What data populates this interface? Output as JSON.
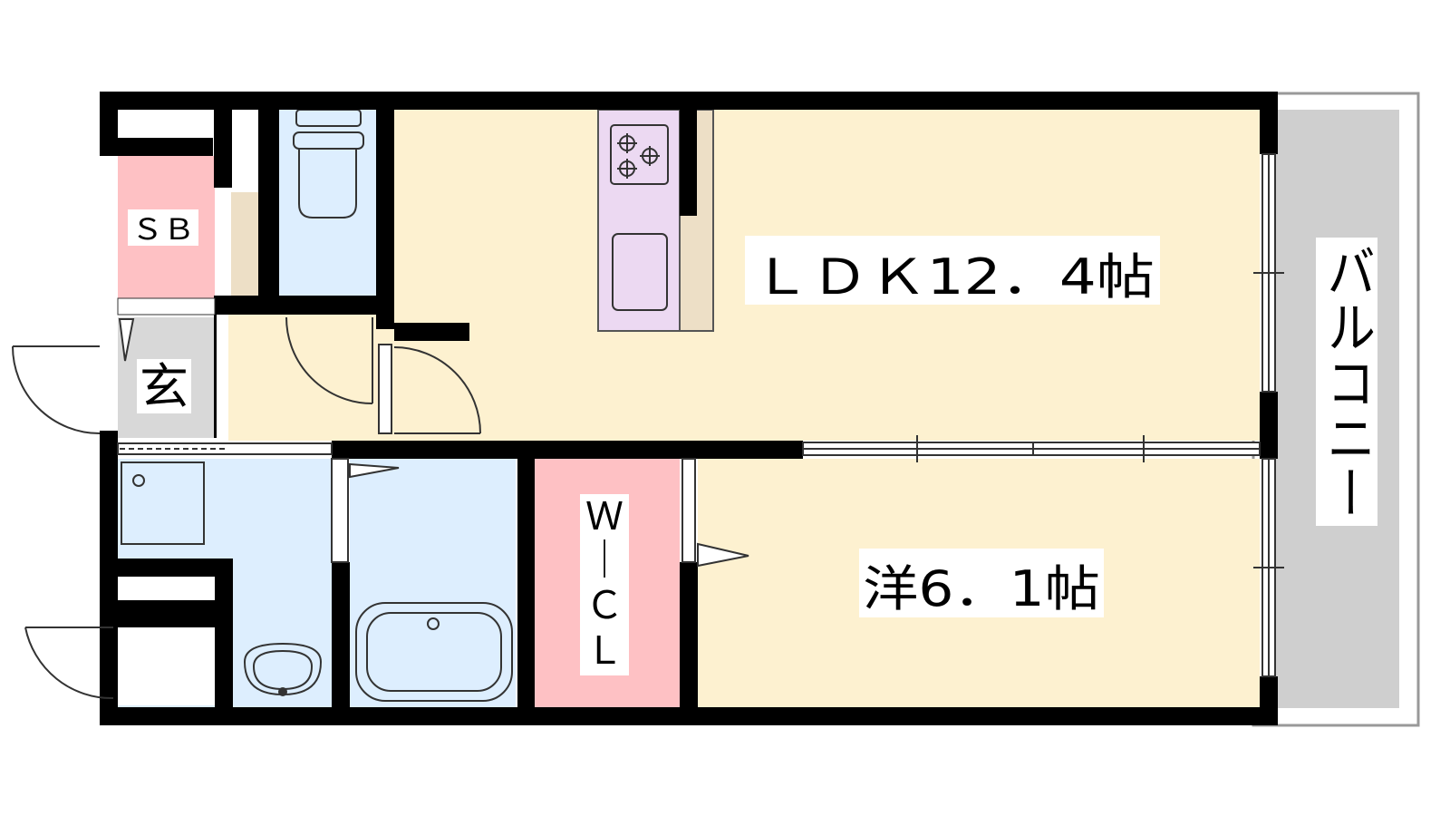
{
  "floorplan": {
    "rooms": {
      "ldk": "ＬＤＫ12．4帖",
      "western": "洋6．1帖",
      "storage_sb": "ＳＢ",
      "entrance": "玄",
      "balcony": "バルコニー",
      "wic_chars": [
        "Ｗ",
        "｜",
        "Ｃ",
        "Ｌ"
      ]
    },
    "colors": {
      "wall": "#000000",
      "living_floor": "#fdf1d0",
      "wet_area": "#ddeefe",
      "closet": "#fec1c4",
      "kitchen": "#ecd9f2",
      "entrance_floor": "#d8d8d8",
      "balcony": "#cfcfcf",
      "counter": "#eddfc6"
    }
  }
}
